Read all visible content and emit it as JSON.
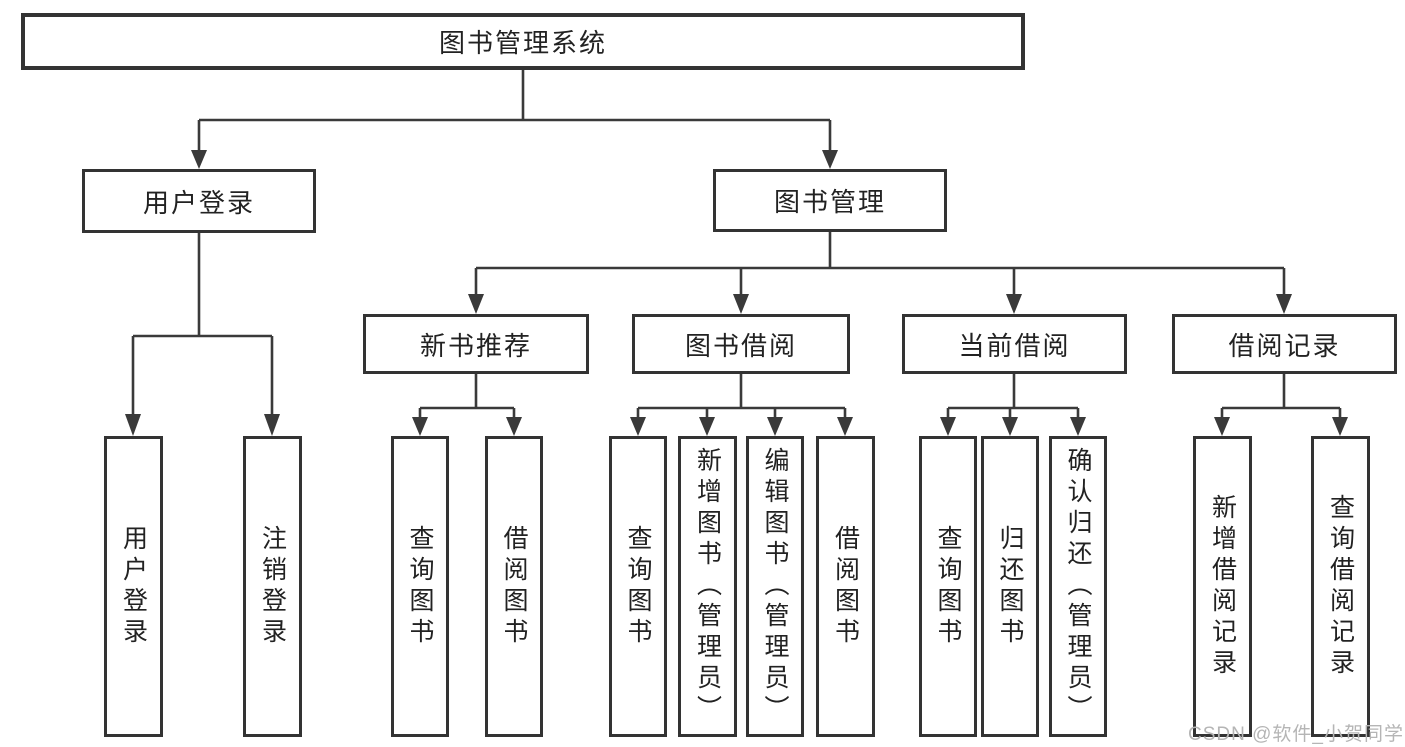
{
  "diagram": {
    "tree": {
      "label": "图书管理系统",
      "children": [
        {
          "label": "用户登录",
          "children": [
            {
              "label": "用户登录"
            },
            {
              "label": "注销登录"
            }
          ]
        },
        {
          "label": "图书管理",
          "children": [
            {
              "label": "新书推荐",
              "children": [
                {
                  "label": "查询图书"
                },
                {
                  "label": "借阅图书"
                }
              ]
            },
            {
              "label": "图书借阅",
              "children": [
                {
                  "label": "查询图书"
                },
                {
                  "label": "新增图书（管理员）"
                },
                {
                  "label": "编辑图书（管理员）"
                },
                {
                  "label": "借阅图书"
                }
              ]
            },
            {
              "label": "当前借阅",
              "children": [
                {
                  "label": "查询图书"
                },
                {
                  "label": "归还图书"
                },
                {
                  "label": "确认归还（管理员）"
                }
              ]
            },
            {
              "label": "借阅记录",
              "children": [
                {
                  "label": "新增借阅记录"
                },
                {
                  "label": "查询借阅记录"
                }
              ]
            }
          ]
        }
      ]
    },
    "watermark": "CSDN @软件_小贺同学",
    "colors": {
      "line": "#3a3a3a",
      "border": "#333333",
      "text": "#222222",
      "background": "#ffffff",
      "watermark": "#b5b5b5"
    }
  }
}
